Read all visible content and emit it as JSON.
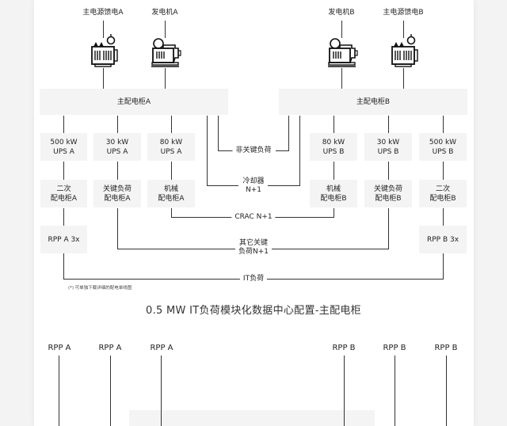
{
  "sources": [
    {
      "label": "主电源馈电A",
      "icon": "transformer-icon"
    },
    {
      "label": "发电机A",
      "icon": "generator-icon"
    },
    {
      "label": "发电机B",
      "icon": "generator-icon"
    },
    {
      "label": "主电源馈电B",
      "icon": "transformer-icon"
    }
  ],
  "main_panels": {
    "a": "主配电柜A",
    "b": "主配电柜B"
  },
  "ups": {
    "a": [
      "500 kW\nUPS A",
      "30 kW\nUPS A",
      "80 kW\nUPS A"
    ],
    "b": [
      "80 kW\nUPS B",
      "30 kW\nUPS B",
      "500 kW\nUPS B"
    ]
  },
  "dist_panels": {
    "a": [
      "二次\n配电柜A",
      "关键负荷\n配电柜A",
      "机械\n配电柜A"
    ],
    "b": [
      "机械\n配电柜B",
      "关键负荷\n配电柜B",
      "二次\n配电柜B"
    ]
  },
  "rpp": {
    "a": "RPP A 3x",
    "b": "RPP B 3x"
  },
  "loads": {
    "non_critical": "非关键负荷",
    "chiller": "冷却器\nN+1",
    "crac": "CRAC N+1",
    "other_critical": "其它关键\n负荷N+1",
    "it_load": "IT负荷"
  },
  "footnote": "(*) 可单独下载详细的配电单线图",
  "section_title": "0.5 MW IT负荷模块化数据中心配置-主配电柜",
  "bottom_rpp": {
    "a": [
      "RPP A",
      "RPP A",
      "RPP A"
    ],
    "b": [
      "RPP B",
      "RPP B",
      "RPP B"
    ]
  }
}
